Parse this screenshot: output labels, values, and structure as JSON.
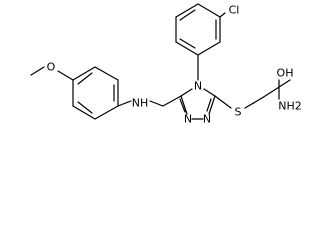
{
  "molecule": {
    "atom_labels": {
      "chlorine": "Cl",
      "methoxy_oxygen": "O",
      "amine": "NH",
      "triazole_n4": "N",
      "triazole_n1": "N",
      "triazole_n2": "N",
      "sulfur": "S",
      "hydroxyl": "OH",
      "amide_nitrogen": "NH2"
    },
    "colors": {
      "bond": "#000000",
      "label": "#000000",
      "background": "#ffffff"
    }
  }
}
